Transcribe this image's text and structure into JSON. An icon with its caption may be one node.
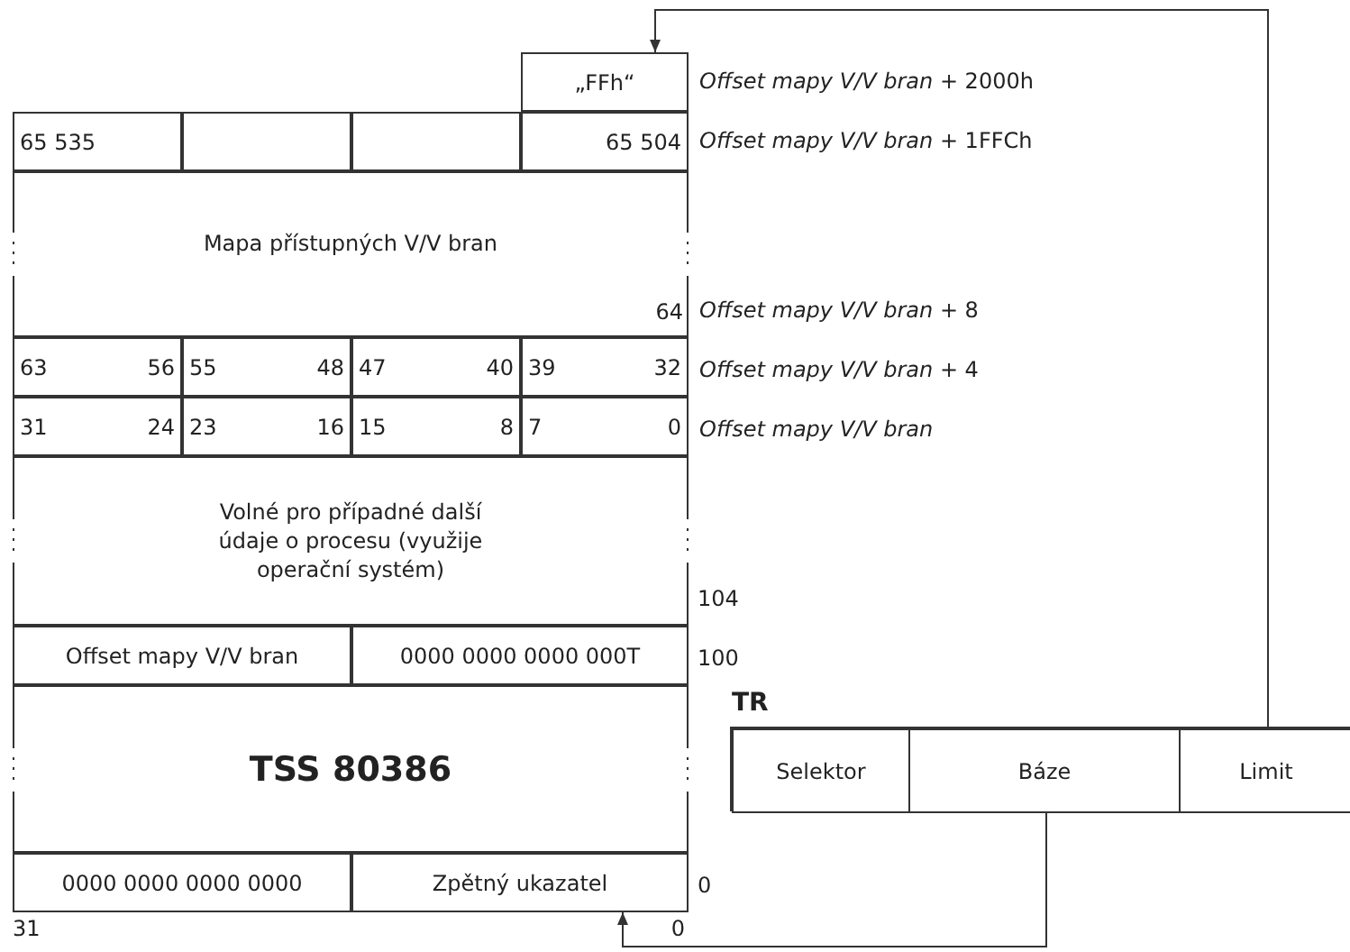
{
  "diagram": {
    "nodes": [
      {
        "text": [
          "„FFh“"
        ]
      },
      {
        "text": [
          "65 535"
        ]
      },
      {
        "text": [],
        "shape": "box"
      },
      {
        "text": [],
        "shape": "box"
      },
      {
        "text": [
          "65 504"
        ]
      },
      {
        "text": [
          "Mapa přístupných V/V bran",
          "64"
        ]
      },
      {
        "text": [
          "63",
          "56"
        ]
      },
      {
        "text": [
          "55",
          "48"
        ]
      },
      {
        "text": [
          "47",
          "40"
        ]
      },
      {
        "text": [
          "39",
          "32"
        ]
      },
      {
        "text": [
          "31",
          "24"
        ]
      },
      {
        "text": [
          "23",
          "16"
        ]
      },
      {
        "text": [
          "15",
          "8"
        ]
      },
      {
        "text": [
          "7",
          "0"
        ]
      },
      {
        "text": [
          "Volné pro případné další údaje o procesu (využije operační systém)"
        ]
      },
      {
        "text": [
          "Offset mapy V/V bran"
        ]
      },
      {
        "text": [
          "0000 0000 0000 000T"
        ]
      },
      {
        "text": [
          "TSS 80386"
        ]
      },
      {
        "text": [
          "0000 0000 0000 0000"
        ],
        "beside": [
          "31"
        ]
      },
      {
        "text": [
          "Zpětný ukazatel"
        ],
        "beside": [
          "0"
        ]
      },
      {
        "text": [
          "TR"
        ]
      },
      {
        "text": [
          "Selektor"
        ],
        "in": 20
      },
      {
        "text": [
          "Báze"
        ],
        "in": 20
      },
      {
        "text": [
          "Limit"
        ],
        "in": 20
      }
    ],
    "edges": [
      {
        "from": 23,
        "to": 0,
        "arrow": "to"
      },
      {
        "from": 22,
        "to": 19,
        "arrow": "to"
      }
    ],
    "labels": [
      "*Offset mapy V/V bran* + 2000h",
      "*Offset mapy V/V bran* + 1FFCh",
      "*Offset mapy V/V bran* + 8",
      "*Offset mapy V/V bran* + 4",
      "*Offset mapy V/V bran*",
      "104",
      "100",
      "0"
    ]
  }
}
